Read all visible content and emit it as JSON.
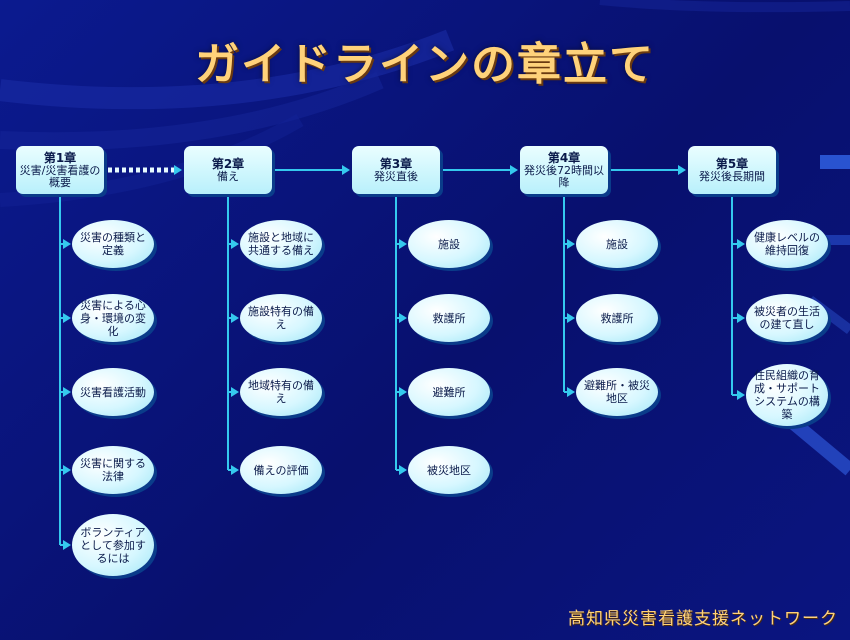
{
  "title": "ガイドラインの章立て",
  "footer": "高知県災害看護支援ネットワーク",
  "colors": {
    "background": "#0a1480",
    "title": "#ffd27a",
    "connector": "#35c9ee",
    "box": "#d2f6ff"
  },
  "chapters": [
    {
      "num": "第1章",
      "name": "災害/災害看護の概要",
      "items": [
        "災害の種類と定義",
        "災害による心身・環境の変化",
        "災害看護活動",
        "災害に関する法律",
        "ボランティアとして参加するには"
      ]
    },
    {
      "num": "第2章",
      "name": "備え",
      "items": [
        "施設と地域に共通する備え",
        "施設特有の備え",
        "地域特有の備え",
        "備えの評価"
      ]
    },
    {
      "num": "第3章",
      "name": "発災直後",
      "items": [
        "施設",
        "救護所",
        "避難所",
        "被災地区"
      ]
    },
    {
      "num": "第4章",
      "name": "発災後72時間以降",
      "items": [
        "施設",
        "救護所",
        "避難所・被災地区"
      ]
    },
    {
      "num": "第5章",
      "name": "発災後長期間",
      "items": [
        "健康レベルの維持回復",
        "被災者の生活の建て直し",
        "住民組織の育成・サポートシステムの構築"
      ]
    }
  ]
}
